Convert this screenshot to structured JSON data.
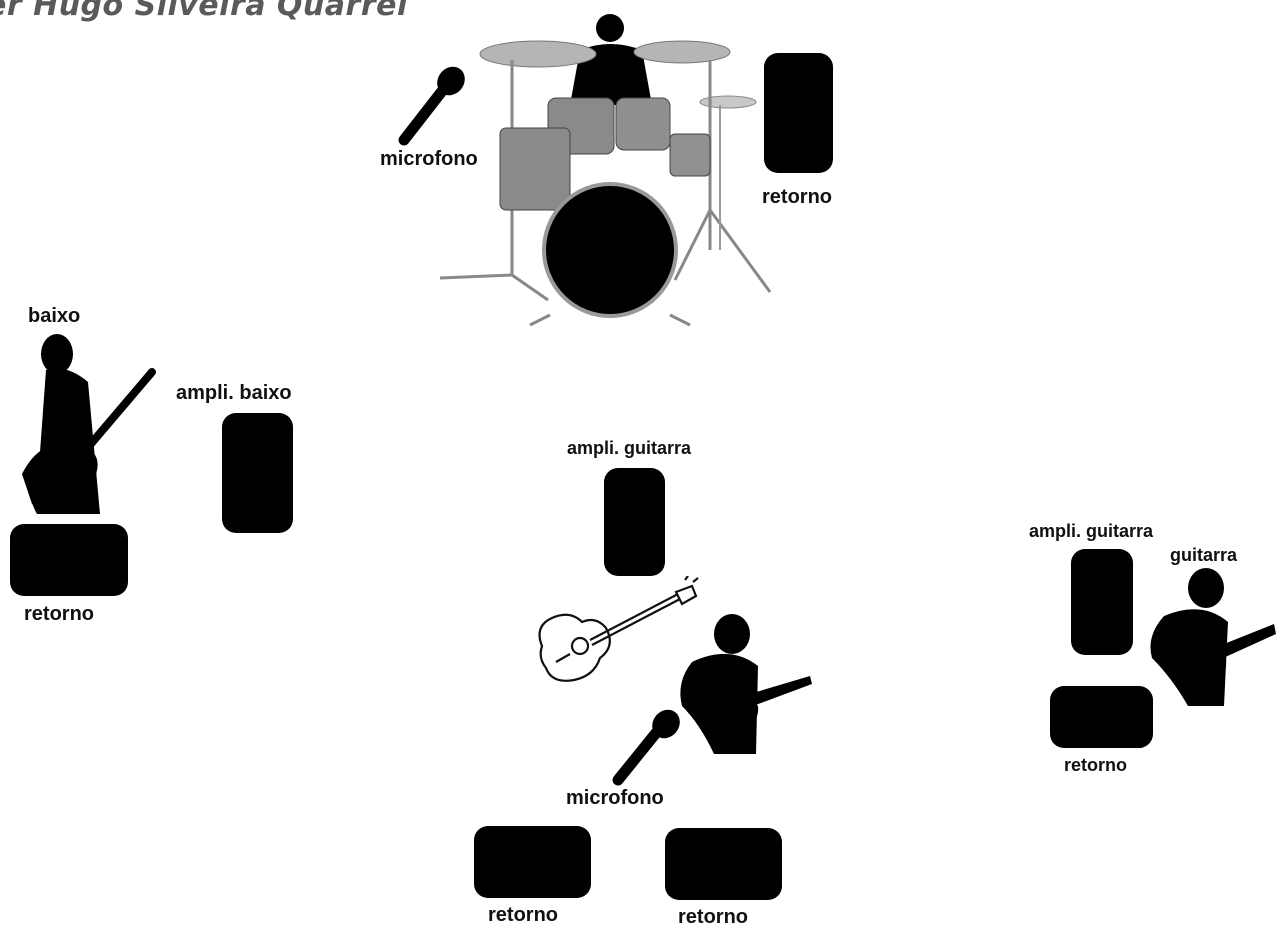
{
  "credit": "er Hugo Silveira Quarrel",
  "labels": {
    "drum_mic": "microfono",
    "drum_monitor": "retorno",
    "bass_player": "baixo",
    "bass_amp": "ampli. baixo",
    "bass_monitor": "retorno",
    "center_amp": "ampli. guitarra",
    "center_mic": "microfono",
    "center_monitor_left": "retorno",
    "center_monitor_right": "retorno",
    "right_amp": "ampli. guitarra",
    "right_guitarist": "guitarra",
    "right_monitor": "retorno"
  }
}
